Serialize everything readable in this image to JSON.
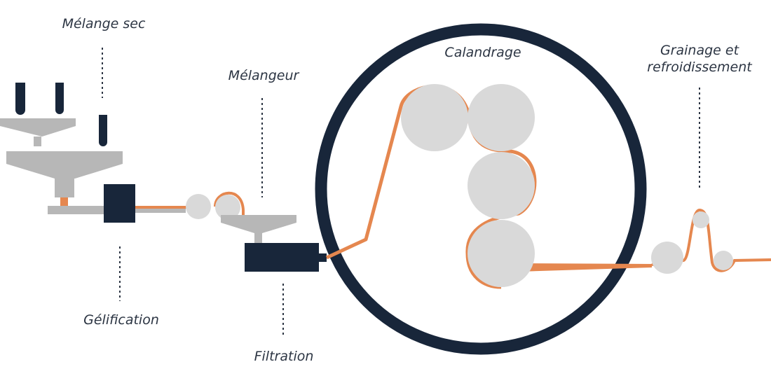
{
  "labels": {
    "melange_sec": "Mélange sec",
    "melangeur": "Mélangeur",
    "gelification": "Gélification",
    "filtration": "Filtration",
    "calandrage": "Calandrage",
    "grainage_line1": "Grainage et",
    "grainage_line2": "refroidissement"
  },
  "colors": {
    "navy": "#18263a",
    "grey": "#b7b7b7",
    "light_grey": "#d9d9d9",
    "orange": "#e5874f"
  }
}
